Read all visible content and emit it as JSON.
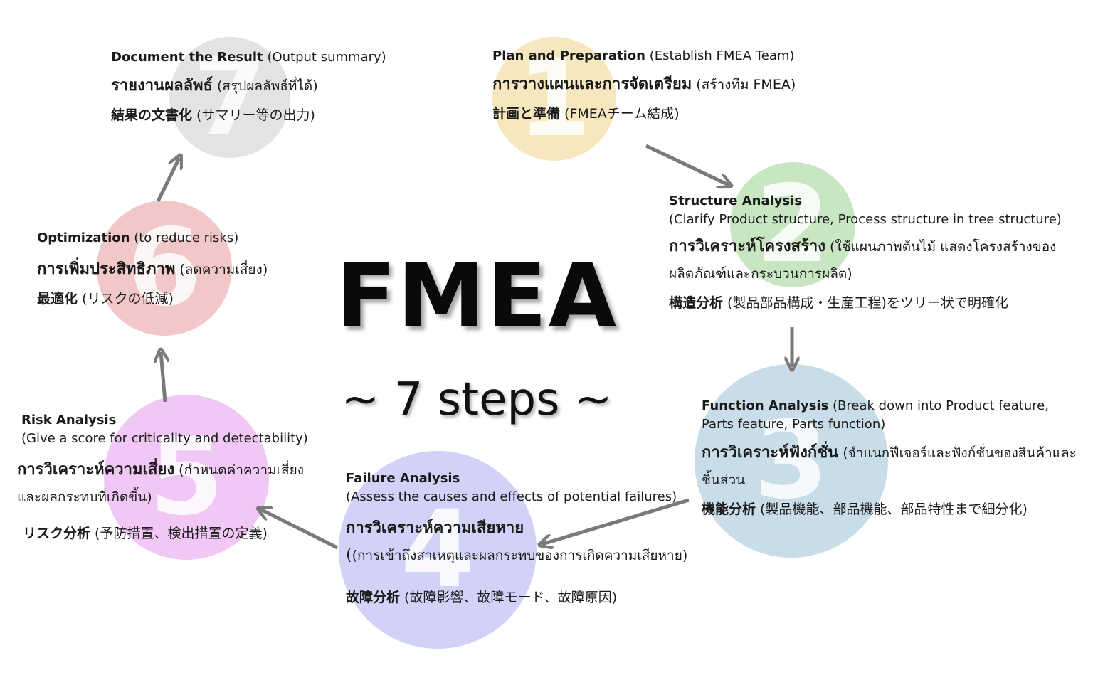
{
  "title": "FMEA",
  "subtitle": "~ 7 steps ~",
  "colors": {
    "step1": "#f7e7bf",
    "step2": "#c9e6c2",
    "step3": "#c9dde9",
    "step4": "#d2d2f8",
    "step5": "#f1c7f5",
    "step6": "#f2c7c7",
    "step7": "#e3e3e3",
    "arrow": "#7a7a7a"
  },
  "steps": [
    {
      "number": "1",
      "en_bold": "Plan and Preparation",
      "en_rest": " (Establish FMEA Team)",
      "th_bold": "การวางแผนและการจัดเตรียม",
      "th_rest": " (สร้างทีม FMEA)",
      "jp_bold": "計画と準備",
      "jp_rest": " (FMEAチーム結成)"
    },
    {
      "number": "2",
      "en_bold": "Structure Analysis",
      "en_rest": "(Clarify Product structure, Process structure in tree structure)",
      "th_bold": "การวิเคราะห์โครงสร้าง",
      "th_rest": " (ใช้แผนภาพต้นไม้ แสดงโครงสร้างของผลิตภัณฑ์และกระบวนการผลิต)",
      "jp_bold": "構造分析",
      "jp_rest": " (製品部品構成・生産工程)をツリー状で明確化"
    },
    {
      "number": "3",
      "en_bold": "Function Analysis",
      "en_rest": " (Break down into Product feature, Parts feature, Parts function)",
      "th_bold": "การวิเคราะห์ฟังก์ชั่น",
      "th_rest": " (จำแนกฟีเจอร์และฟังก์ชั่นของสินค้าและชิ้นส่วน",
      "jp_bold": "機能分析",
      "jp_rest": " (製品機能、部品機能、部品特性まで細分化)"
    },
    {
      "number": "4",
      "en_bold": "Failure Analysis",
      "en_rest": "(Assess the causes and effects of potential failures)",
      "th_bold": "การวิเคราะห์ความเสียหาย",
      "th_rest": "(การเข้าถึงสาเหตุและผลกระทบของการเกิดความเสียหาย)",
      "jp_bold": "故障分析",
      "jp_rest": " (故障影響、故障モード、故障原因)"
    },
    {
      "number": "5",
      "en_bold": "Risk Analysis",
      "en_rest": "(Give a score for criticality and detectability)",
      "th_bold": "การวิเคราะห์ความเสี่ยง",
      "th_rest": " (กำหนดค่าความเสี่ยงและผลกระทบที่เกิดขึ้น)",
      "jp_bold": "リスク分析",
      "jp_rest": " (予防措置、検出措置の定義)"
    },
    {
      "number": "6",
      "en_bold": "Optimization",
      "en_rest": " (to reduce risks)",
      "th_bold": "การเพิ่มประสิทธิภาพ",
      "th_rest": " (ลดความเสี่ยง)",
      "jp_bold": "最適化",
      "jp_rest": " (リスクの低減)"
    },
    {
      "number": "7",
      "en_bold": "Document the Result",
      "en_rest": " (Output summary)",
      "th_bold": "รายงานผลลัพธ์",
      "th_rest": " (สรุปผลลัพธ์ที่ได้)",
      "jp_bold": "結果の文書化",
      "jp_rest": " (サマリー等の出力)"
    }
  ]
}
